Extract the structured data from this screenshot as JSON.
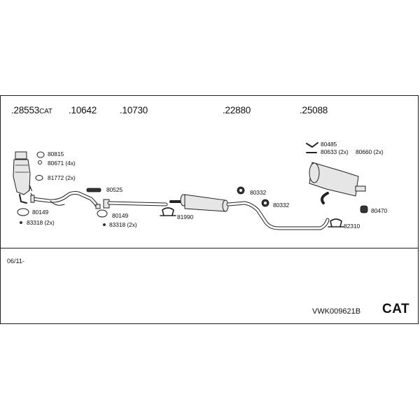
{
  "main_parts": [
    {
      "number": ".28553",
      "suffix": "CAT"
    },
    {
      "number": ".10642",
      "suffix": ""
    },
    {
      "number": ".10730",
      "suffix": ""
    },
    {
      "number": ".22880",
      "suffix": ""
    },
    {
      "number": ".25088",
      "suffix": ""
    }
  ],
  "sub_parts": {
    "p80815": "80815",
    "p80671": "80671 (4x)",
    "p81772": "81772 (2x)",
    "p80149_a": "80149",
    "p83318_a": "83318 (2x)",
    "p80525": "80525",
    "p80149_b": "80149",
    "p83318_b": "83318 (2x)",
    "p81990": "81990",
    "p80332_a": "80332",
    "p80332_b": "80332",
    "p80485": "80485",
    "p80633": "80633 (2x)",
    "p80660": "80660 (2x)",
    "p80470": "80470",
    "p82310": "82310"
  },
  "date_range": "06/11-",
  "set_code": "VWK009621B",
  "set_type": "CAT",
  "icons": [
    "catalytic-converter-icon",
    "lambda-sensor-icon",
    "front-pipe-icon",
    "middle-silencer-icon",
    "rear-silencer-icon",
    "rubber-mount-icon",
    "clamp-icon",
    "gasket-icon",
    "bolt-icon"
  ]
}
